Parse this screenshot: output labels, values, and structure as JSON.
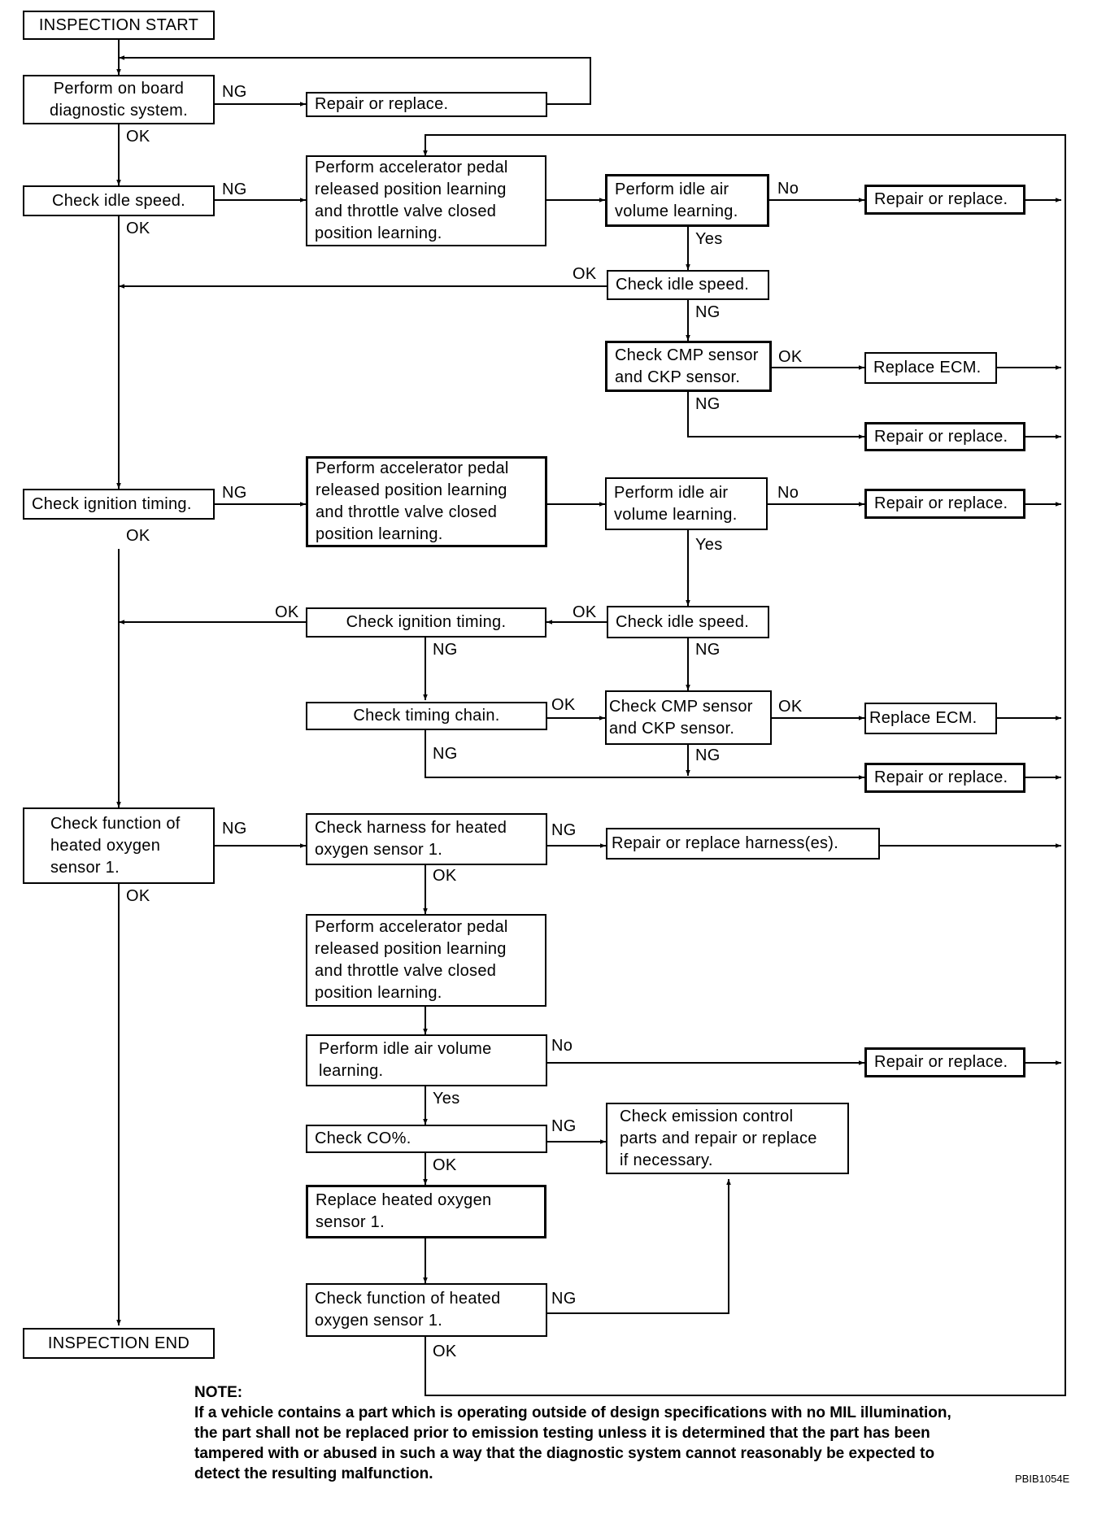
{
  "boxes": {
    "start": "INSPECTION START",
    "obd": "Perform on board\ndiagnostic system.",
    "repair_top": "Repair or replace.",
    "check_idle_1": "Check idle speed.",
    "learn_1": "Perform accelerator pedal\nreleased position learning\nand throttle valve closed\nposition learning.",
    "idle_air_1": "Perform idle air\nvolume learning.",
    "repair_r1": "Repair or replace.",
    "check_idle_2": "Check idle speed.",
    "cmp_1": "Check CMP sensor\nand CKP sensor.",
    "replace_ecm_1": "Replace ECM.",
    "repair_r2": "Repair or replace.",
    "check_ign": "Check ignition timing.",
    "learn_2": "Perform accelerator pedal\nreleased position learning\nand throttle valve closed\nposition learning.",
    "idle_air_2": "Perform idle air\nvolume learning.",
    "repair_r3": "Repair or replace.",
    "check_ign_2": "Check ignition timing.",
    "check_idle_3": "Check idle speed.",
    "timing_chain": "Check timing chain.",
    "cmp_2": "Check CMP sensor\nand CKP sensor.",
    "replace_ecm_2": "Replace ECM.",
    "repair_r4": "Repair or replace.",
    "ho2s_func": "Check function of\nheated oxygen\nsensor 1.",
    "harness": "Check harness for heated\noxygen sensor 1.",
    "repair_harness": "Repair or replace harness(es).",
    "learn_3": "Perform accelerator pedal\nreleased position learning\nand throttle valve closed\nposition learning.",
    "idle_air_3": "Perform idle air volume\nlearning.",
    "repair_r5": "Repair or replace.",
    "check_co": "Check CO%.",
    "emission": "Check emission control\nparts and repair or replace\nif necessary.",
    "replace_ho2s": "Replace heated oxygen\nsensor 1.",
    "ho2s_func_2": "Check function of heated\noxygen sensor 1.",
    "end": "INSPECTION END"
  },
  "labels": {
    "ng": "NG",
    "ok": "OK",
    "yes": "Yes",
    "no": "No"
  },
  "note": {
    "title": "NOTE:",
    "text": "If a vehicle contains a part which is operating outside of design specifications with no MIL illumination,\nthe part shall not be replaced prior to emission testing unless it is determined that the part has been\ntampered with or abused in such a way that the diagnostic system cannot reasonably be expected to\ndetect the resulting malfunction."
  },
  "figure_code": "PBIB1054E"
}
